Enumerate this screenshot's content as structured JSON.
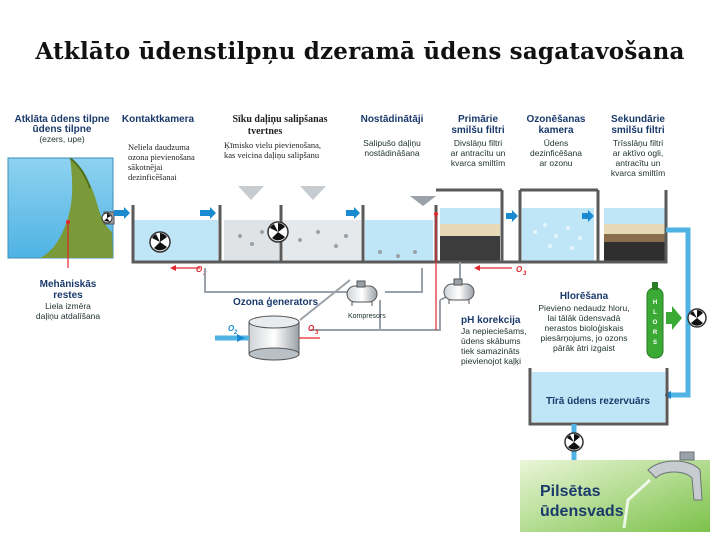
{
  "title": "Atklāto ūdenstilpņu dzeramā ūdens sagatavošana",
  "source": {
    "title": "Atklāta ūdens tilpne",
    "sub": "(ezers, upe)"
  },
  "stages": [
    {
      "title": "Kontaktkamera",
      "desc": [
        "Neliela daudzuma",
        "ozona pievienošana",
        "sākotnējai",
        "dezinficēšanai"
      ]
    },
    {
      "title": "Sīku daļiņu salipšanas",
      "title2": "tvertnes",
      "desc": [
        "Ķīmisko vielu pievienošana,",
        "kas veicina daļiņu salipšanu"
      ]
    },
    {
      "title": "Nostādinātāji",
      "desc": [
        "Salipušo daļiņu",
        "nostādināšana"
      ]
    },
    {
      "title": "Primārie",
      "title2": "smilšu filtri",
      "desc": [
        "Divslāņu filtri",
        "ar antracītu un",
        "kvarca smiltīm"
      ]
    },
    {
      "title": "Ozonēšanas",
      "title2": "kamera",
      "desc": [
        "Ūdens",
        "dezinficēšana",
        "ar ozonu"
      ]
    },
    {
      "title": "Sekundārie",
      "title2": "smilšu filtri",
      "desc": [
        "Trīsslāņu filtri",
        "ar aktīvo ogli,",
        "antracītu un",
        "kvarca smiltīm"
      ]
    }
  ],
  "screens": {
    "title": "Mehāniskās",
    "title2": "restes",
    "desc": [
      "Liela izmēra",
      "daļiņu atdalīšana"
    ]
  },
  "ozone_generator": {
    "title": "Ozona ģenerators"
  },
  "compressor": {
    "label": "Kompresors"
  },
  "o3_label": "O",
  "o3_sub": "3",
  "ph": {
    "title": "pH korekcija",
    "desc": [
      "Ja nepieciešams,",
      "ūdens skābums",
      "tiek samazināts",
      "pievienojot kaļķi"
    ]
  },
  "chlorination": {
    "title": "Hlorēšana",
    "desc": [
      "Pievieno nedaudz hloru,",
      "lai tālāk ūdensvadā",
      "nerastos bioloģiskais",
      "piesārņojums, jo ozons",
      "pārāk ātri izgaist"
    ],
    "tank_text": "HLORS"
  },
  "reservoir": {
    "title": "Tīrā ūdens rezervuārs"
  },
  "city": {
    "line1": "Pilsētas",
    "line2": "ūdensvads"
  },
  "colors": {
    "water": "#bfe6f7",
    "pipe": "#4fb3e4",
    "pipe_dark": "#1a8ad1",
    "tank_wall": "#5a5a5a",
    "red_line": "#e1262d",
    "green": "#3aaa35",
    "header": "#1a3a6b"
  }
}
